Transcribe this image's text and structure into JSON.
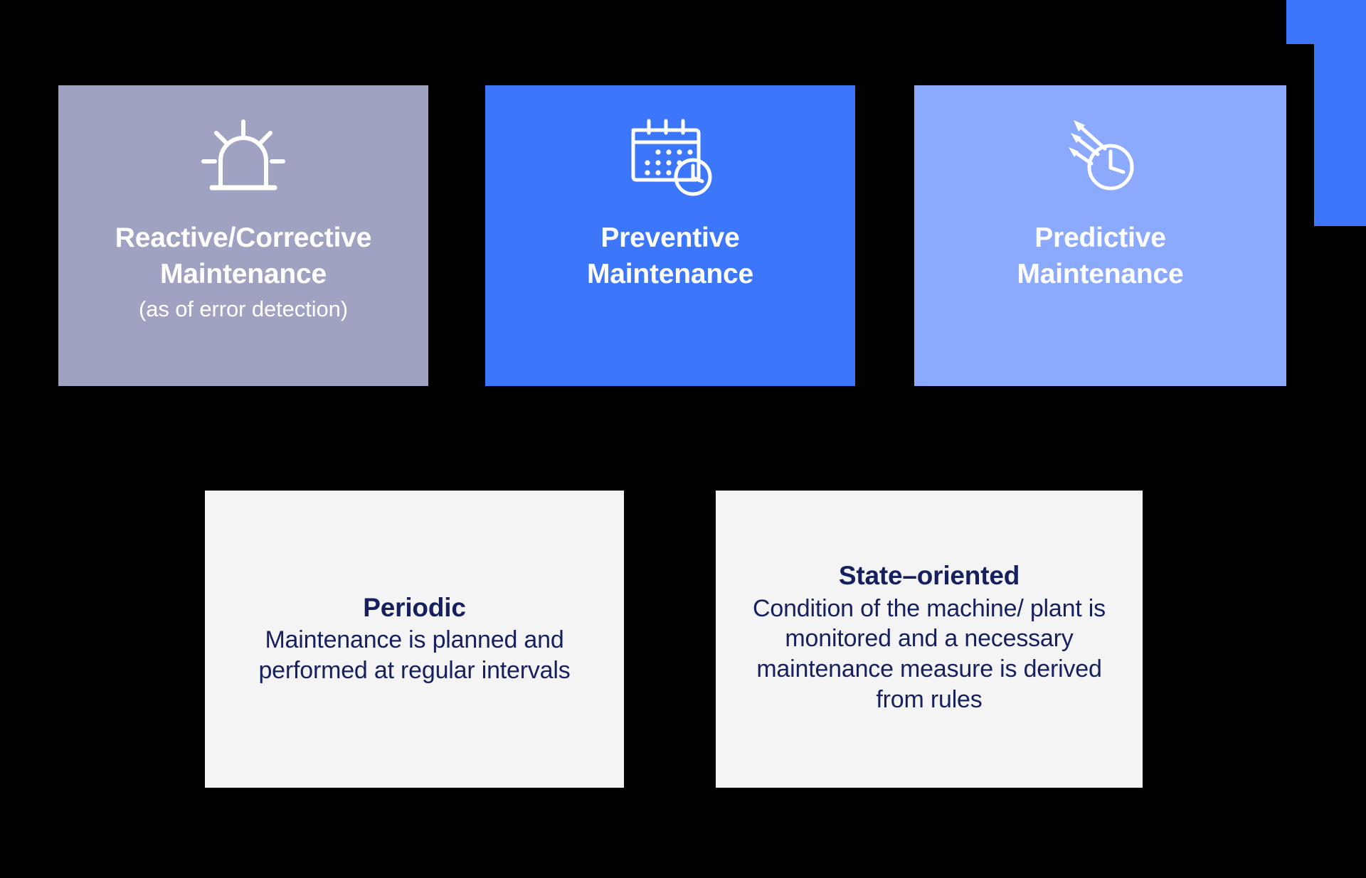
{
  "diagram": {
    "background_color": "#000000",
    "accent": {
      "name": "corner-accent",
      "color": "#3C77FB"
    },
    "top_cards": [
      {
        "id": "reactive",
        "icon": "siren-alarm-icon",
        "title": "Reactive/Corrective Maintenance",
        "title_line_1": "Reactive/Corrective",
        "title_line_2": "Maintenance",
        "subtitle": "(as of error detection)",
        "background_color": "#9FA2C0",
        "text_color": "#FFFFFF"
      },
      {
        "id": "preventive",
        "icon": "calendar-clock-icon",
        "title": "Preventive Maintenance",
        "title_line_1": "Preventive",
        "title_line_2": "Maintenance",
        "subtitle": "",
        "background_color": "#3C77FB",
        "text_color": "#FFFFFF"
      },
      {
        "id": "predictive",
        "icon": "clock-arrows-icon",
        "title": "Predictive Maintenance",
        "title_line_1": "Predictive",
        "title_line_2": "Maintenance",
        "subtitle": "",
        "background_color": "#8BAAFD",
        "text_color": "#FFFFFF"
      }
    ],
    "bottom_panels": [
      {
        "id": "periodic",
        "title": "Periodic",
        "body": "Maintenance is planned and performed at regular intervals",
        "background_color": "#F4F4F5",
        "text_color": "#17205E"
      },
      {
        "id": "state-oriented",
        "title": "State–oriented",
        "body": "Condition of the machine/ plant is monitored and a necessary maintenance measure is derived from rules",
        "background_color": "#F4F4F5",
        "text_color": "#17205E"
      }
    ]
  }
}
